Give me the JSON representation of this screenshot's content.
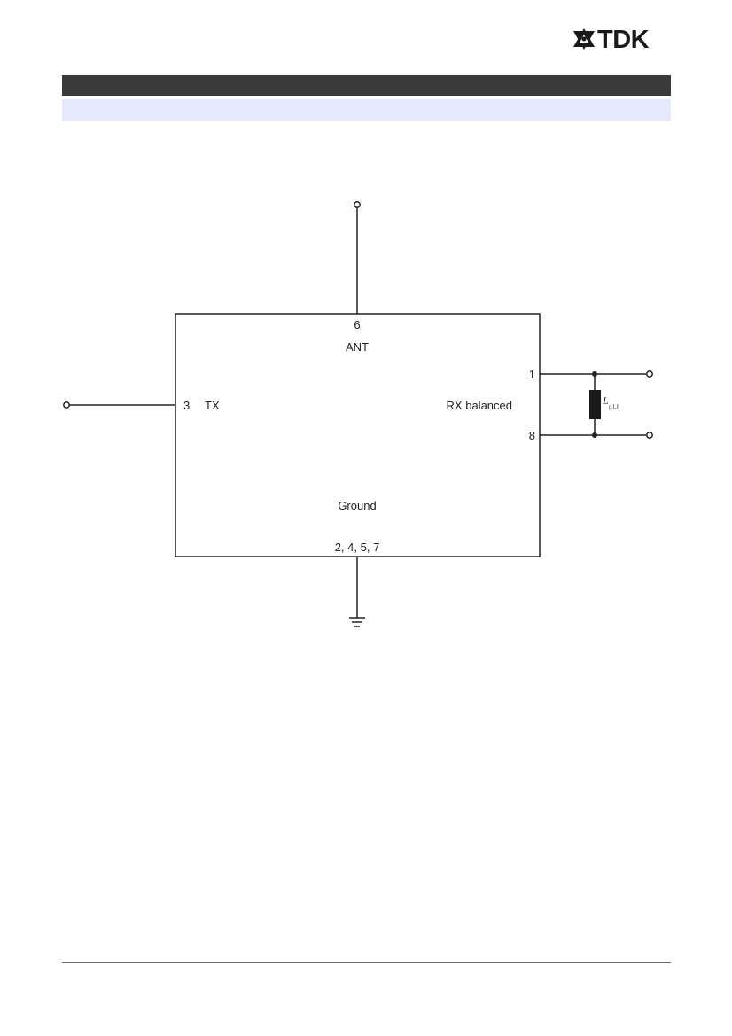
{
  "logo": {
    "text": "TDK",
    "icon": "tdk-star-logo-icon"
  },
  "diagram": {
    "block": {
      "label_top": "ANT",
      "label_bottom": "Ground",
      "label_left": "TX",
      "label_right": "RX balanced"
    },
    "pins": {
      "ant": "6",
      "tx": "3",
      "rx_plus": "1",
      "rx_minus": "8",
      "ground": "2, 4, 5, 7"
    },
    "inductor": {
      "symbol": "L",
      "subscript": "p1,8"
    }
  },
  "colors": {
    "header_bar": "#3a3a3a",
    "subheader_bar": "#e6e8fb",
    "line": "#222222"
  }
}
